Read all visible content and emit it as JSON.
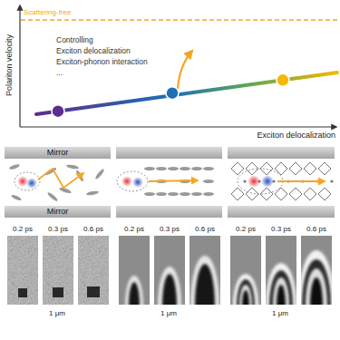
{
  "diagram": {
    "nodes": [
      {
        "text": [
          "Mirror"
        ]
      },
      {
        "text": [
          "Mirror"
        ]
      }
    ],
    "labels": [
      "Scattering-free",
      "Polariton velocity",
      "Controlling",
      "Exciton delocalization",
      "Exciton-phonon interaction",
      "...",
      "Exciton delocalization",
      "0.2 ps",
      "0.3 ps",
      "0.6 ps",
      "1 μm",
      "0.2 ps",
      "0.3 ps",
      "0.6 ps",
      "1 μm",
      "0.2 ps",
      "0.3 ps",
      "0.6 ps",
      "1 μm"
    ]
  }
}
